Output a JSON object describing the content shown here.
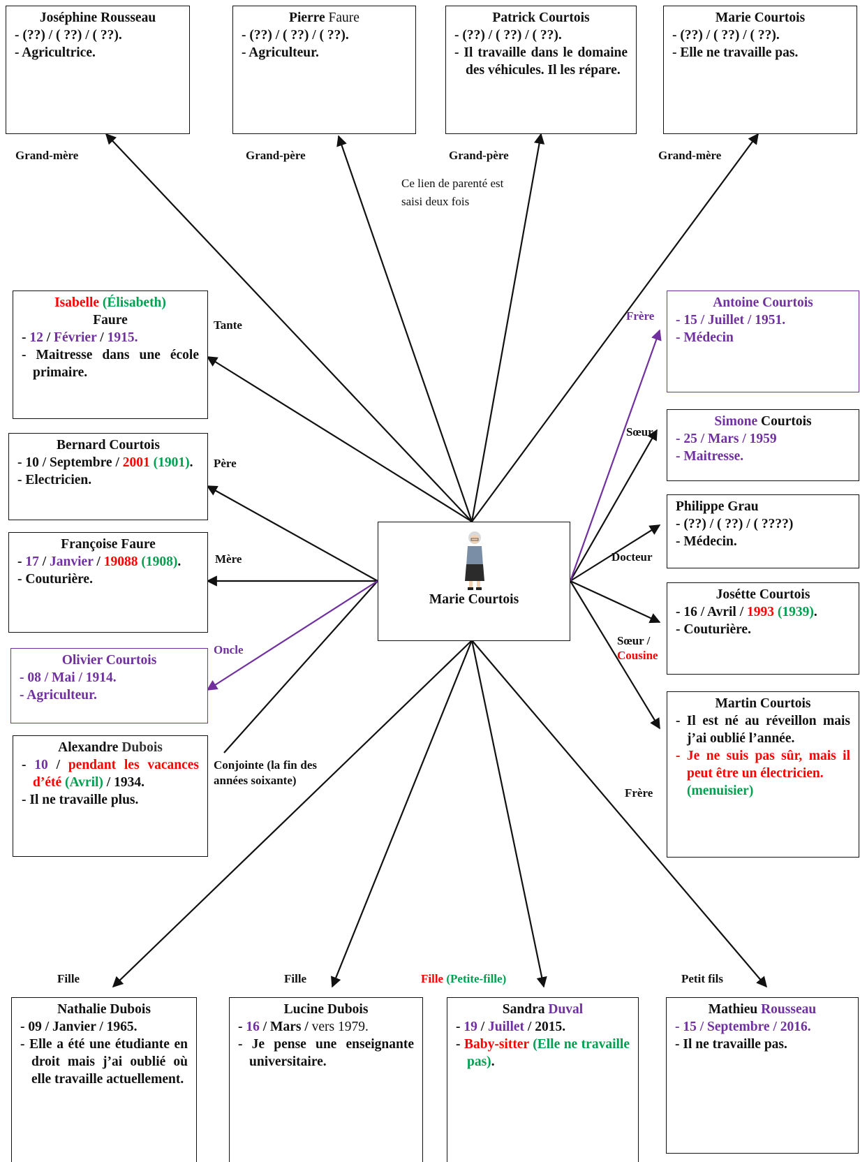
{
  "center": {
    "name": "Marie Courtois",
    "avatar": "elderly-woman-icon"
  },
  "colors": {
    "purple": "#7030a0",
    "red": "#ff0000",
    "green": "#00a050"
  },
  "people": {
    "josephine": {
      "first": "Joséphine",
      "last": "Rousseau",
      "l1": "(??) / ( ??) / ( ??).",
      "l2": "Agricultrice."
    },
    "pierre": {
      "first": "Pierre",
      "last": "Faure",
      "l1": "(??) / ( ??) / ( ??).",
      "l2": "Agriculteur."
    },
    "patrick": {
      "name": "Patrick Courtois",
      "l1": "(??) / ( ??) / ( ??).",
      "l2": "Il travaille dans le domaine des véhicules. Il les répare."
    },
    "marie_gm": {
      "name": "Marie Courtois",
      "l1": "(??) / ( ??) / ( ??).",
      "l2": "Elle ne travaille pas."
    },
    "isabelle": {
      "first": "Isabelle",
      "alt": "(Élisabeth)",
      "last": "Faure",
      "day": "12",
      "month": "Février",
      "year": "1915.",
      "job": "Maitresse dans une école primaire."
    },
    "bernard": {
      "first": "Bernard",
      "last": "Courtois",
      "day_month": "10 / Septembre /",
      "year_wrong": "2001",
      "year_fix": "(1901)",
      "job": "Electricien."
    },
    "francoise": {
      "first": "Françoise",
      "last": "Faure",
      "day": "17",
      "month": "Janvier",
      "year_wrong": "19088",
      "year_fix": "(1908)",
      "job": "Couturière."
    },
    "olivier": {
      "name": "Olivier Courtois",
      "l1": "08 / Mai / 1914.",
      "l2": "Agriculteur."
    },
    "alexandre": {
      "first": "Alexandre",
      "last": "Dubois",
      "day": "10",
      "wrong": "pendant les vacances d’été",
      "fix": "(Avril)",
      "year": "1934.",
      "job": "Il ne travaille plus."
    },
    "antoine": {
      "name": "Antoine Courtois",
      "l1": "15 / Juillet / 1951.",
      "l2": "Médecin"
    },
    "simone": {
      "first": "Simone",
      "last": "Courtois",
      "l1": "25 / Mars / 1959",
      "l2": "Maitresse."
    },
    "philippe": {
      "name": "Philippe Grau",
      "l1": "(??) / ( ??) / ( ????)",
      "l2": "Médecin."
    },
    "josette": {
      "name": "Josétte Courtois",
      "day_month": "16 / Avril /",
      "year_wrong": "1993",
      "year_fix": "(1939)",
      "job": "Couturière."
    },
    "martin": {
      "name": "Martin Courtois",
      "l1": "Il est né au réveillon mais j’ai oublié l’année.",
      "l2": "Je ne suis pas sûr, mais il peut être un électricien.",
      "l3": "(menuisier)"
    },
    "nathalie": {
      "first": "Nathalie",
      "last": "Dubois",
      "l1": "09 / Janvier / 1965.",
      "l2": "Elle a été une étudiante en droit mais j’ai oublié où elle travaille actuellement."
    },
    "lucine": {
      "first": "Lucine",
      "last": "Dubois",
      "day": "16",
      "month": "Mars",
      "tail": "vers 1979.",
      "l2": "Je pense une enseignante universitaire."
    },
    "sandra": {
      "first": "Sandra",
      "last": "Duval",
      "day": "19",
      "month": "Juillet",
      "year": "2015.",
      "wrong": "Baby-sitter",
      "fix": "(Elle ne travaille pas)"
    },
    "mathieu": {
      "first": "Mathieu",
      "last": "Rousseau",
      "l1": "15 / Septembre / 2016.",
      "l2": "Il ne travaille pas."
    }
  },
  "labels": {
    "grand_mere_1": "Grand-mère",
    "grand_pere_1": "Grand-père",
    "grand_pere_2": "Grand-père",
    "grand_mere_2": "Grand-mère",
    "note": "Ce lien de parenté est saisi deux fois",
    "tante": "Tante",
    "pere": "Père",
    "mere": "Mère",
    "oncle": "Oncle",
    "conjointe": "Conjointe (la fin des années soixante)",
    "frere_1": "Frère",
    "soeur": "Sœur",
    "docteur": "Docteur",
    "soeur_cousine_a": "Sœur /",
    "soeur_cousine_b": "Cousine",
    "frere_2": "Frère",
    "fille_1": "Fille",
    "fille_2": "Fille",
    "fille_3_wrong": "Fille",
    "fille_3_fix": "(Petite-fille)",
    "petit_fils": "Petit fils"
  }
}
